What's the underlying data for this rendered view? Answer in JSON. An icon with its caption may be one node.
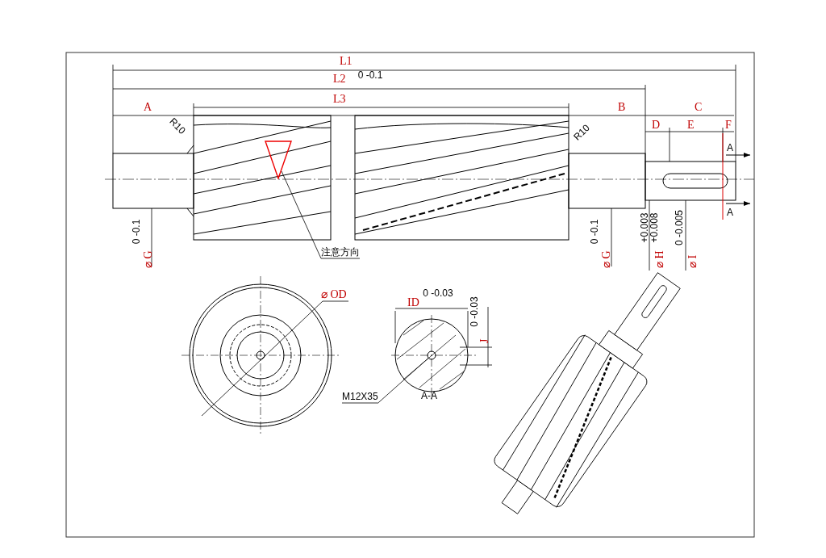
{
  "diagram": {
    "nodes": [
      {
        "text": [
          "注意方向"
        ]
      },
      {
        "text": [],
        "shape": "triangle"
      },
      {
        "text": [
          "M12X35"
        ]
      },
      {
        "text": [],
        "shape": "circle"
      }
    ],
    "edges": [
      {
        "from": 0,
        "to": 1,
        "arrow": "none"
      },
      {
        "from": 2,
        "to": 3,
        "arrow": "none"
      }
    ],
    "labels": [
      "L1",
      "L2",
      "0 -0.1",
      "L3",
      "A",
      "B",
      "C",
      "R10",
      "R10",
      "D",
      "E",
      "F",
      "A",
      "A",
      "0 -0.1",
      "⌀ G",
      "0 -0.1",
      "⌀ G",
      "+0.003 +0.008",
      "⌀ H",
      "0 -0.005",
      "⌀ I",
      "⌀ OD",
      "ID",
      "0 -0.03",
      "0 -0.03",
      "J",
      "A-A"
    ]
  }
}
